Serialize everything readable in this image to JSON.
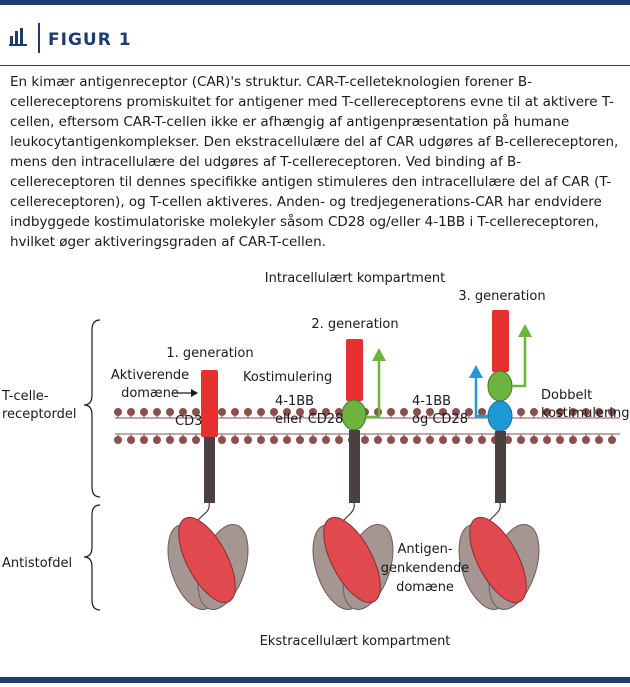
{
  "figure": {
    "title": "FIGUR 1",
    "icon": "bar-chart-icon",
    "caption": "En kimær antigenreceptor (CAR)'s struktur. CAR-T-celleteknologien forener B-cellereceptorens promiskuitet for antigener med T-cellereceptorens evne til at aktivere T-cellen, eftersom CAR-T-cellen ikke er afhængig af antigenpræsentation på humane leukocytantigenkomplekser. Den ekstracellulære del af CAR udgøres af B-cellereceptoren, mens den intracellulære del udgøres af T-cellereceptoren. Ved binding af B-cellereceptoren til dennes specifikke antigen stimuleres den intracellulære del af CAR (T-cellereceptoren), og T-cellen aktiveres. Anden- og tredjegenerations-CAR har endvidere indbyggede kostimulatoriske molekyler såsom CD28 og/eller 4-1BB i T-cellereceptoren, hvilket øger aktiveringsgraden af CAR-T-cellen."
  },
  "diagram": {
    "intracellular_label": "Intracellulært kompartment",
    "extracellular_label": "Ekstracellulært kompartment",
    "t_cell_receptor_part": [
      "T-celle-",
      "receptordel"
    ],
    "antibody_part": "Antistofdel",
    "antigen_domain": [
      "Antigen-",
      "genkendende",
      "domæne"
    ],
    "gen1": {
      "title": "1. generation",
      "activating_domain": [
        "Aktiverende",
        "domæne"
      ],
      "cd3": "CD3"
    },
    "gen2": {
      "title": "2. generation",
      "costimulation": "Kostimulering",
      "costim_molecule": [
        "4-1BB",
        "eller CD28"
      ]
    },
    "gen3": {
      "title": "3. generation",
      "costim_molecules": [
        "4-1BB",
        "og CD28"
      ],
      "double_costimulation": [
        "Dobbelt",
        "kostimulering"
      ]
    },
    "colors": {
      "brand": "#1d3b6e",
      "cd3_domain": "#e8302e",
      "costim_green": "#6db33f",
      "costim_blue": "#1f9ad6",
      "membrane": "#8a4f4f",
      "stalk": "#4a4040",
      "antibody_red": "#e04a4f",
      "antibody_grey": "#a59593"
    }
  }
}
